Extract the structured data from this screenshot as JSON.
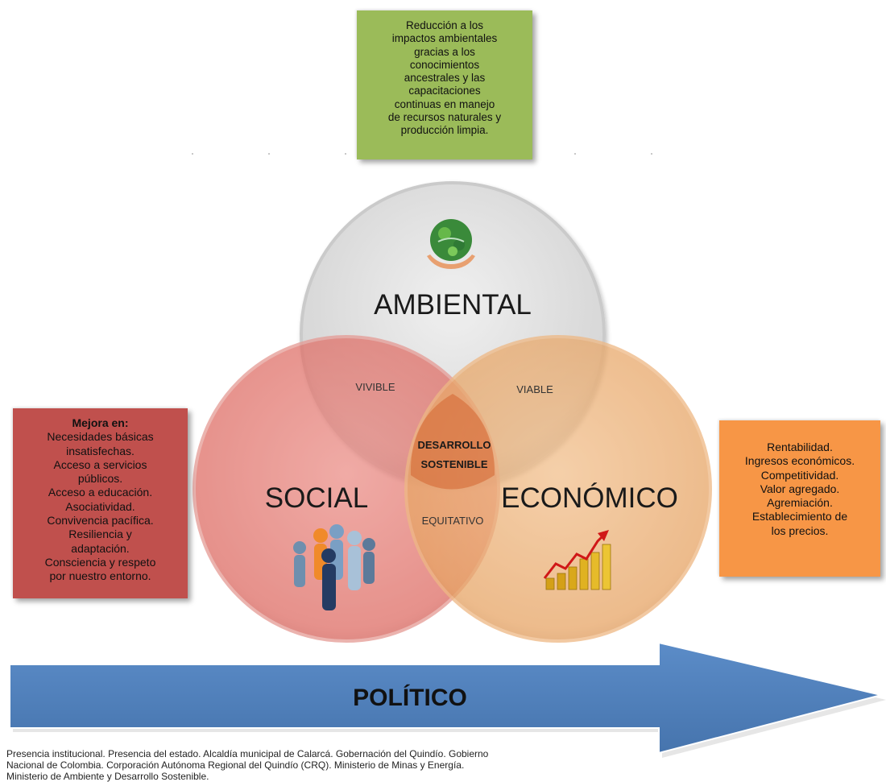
{
  "environmental_box": {
    "lines": [
      "Reducción a los",
      "impactos ambientales",
      "gracias a los",
      "conocimientos",
      "ancestrales y las",
      "capacitaciones",
      "continuas en manejo",
      "de recursos naturales y",
      "producción limpia."
    ]
  },
  "social_box": {
    "heading": "Mejora en:",
    "lines": [
      "Necesidades básicas",
      "insatisfechas.",
      "Acceso a servicios",
      "públicos.",
      "Acceso a educación.",
      "Asociatividad.",
      "Convivencia pacífica.",
      "Resiliencia y",
      "adaptación.",
      "Consciencia  y respeto",
      "por nuestro entorno."
    ]
  },
  "economic_box": {
    "lines": [
      "Rentabilidad.",
      "Ingresos económicos.",
      "Competitividad.",
      "Valor agregado.",
      "Agremiación.",
      "Establecimiento de",
      "los precios."
    ]
  },
  "circles": {
    "ambiental": "AMBIENTAL",
    "social": "SOCIAL",
    "economico": "ECONÓMICO"
  },
  "overlaps": {
    "vivible": "VIVIBLE",
    "viable": "VIABLE",
    "equitativo": "EQUITATIVO",
    "center_line1": "DESARROLLO",
    "center_line2": "SOSTENIBLE"
  },
  "arrow": {
    "label": "POLÍTICO"
  },
  "footer": {
    "line1": "Presencia institucional. Presencia del estado. Alcaldía municipal de Calarcá. Gobernación del Quindío. Gobierno",
    "line2": "Nacional de Colombia. Corporación Autónoma Regional del Quindío (CRQ). Ministerio de Minas y Energía.",
    "line3": "Ministerio de Ambiente y Desarrollo Sostenible."
  },
  "icons": [
    "globe-in-hands-icon",
    "people-group-icon",
    "rising-coins-chart-icon"
  ],
  "colors": {
    "ambiental_circle": "#d9d9d9",
    "social_circle": "#e0776f",
    "economico_circle": "#e8a868",
    "env_box": "#9bbb59",
    "social_box": "#c0504d",
    "eco_box": "#f79646",
    "arrow": "#4f81bd"
  }
}
